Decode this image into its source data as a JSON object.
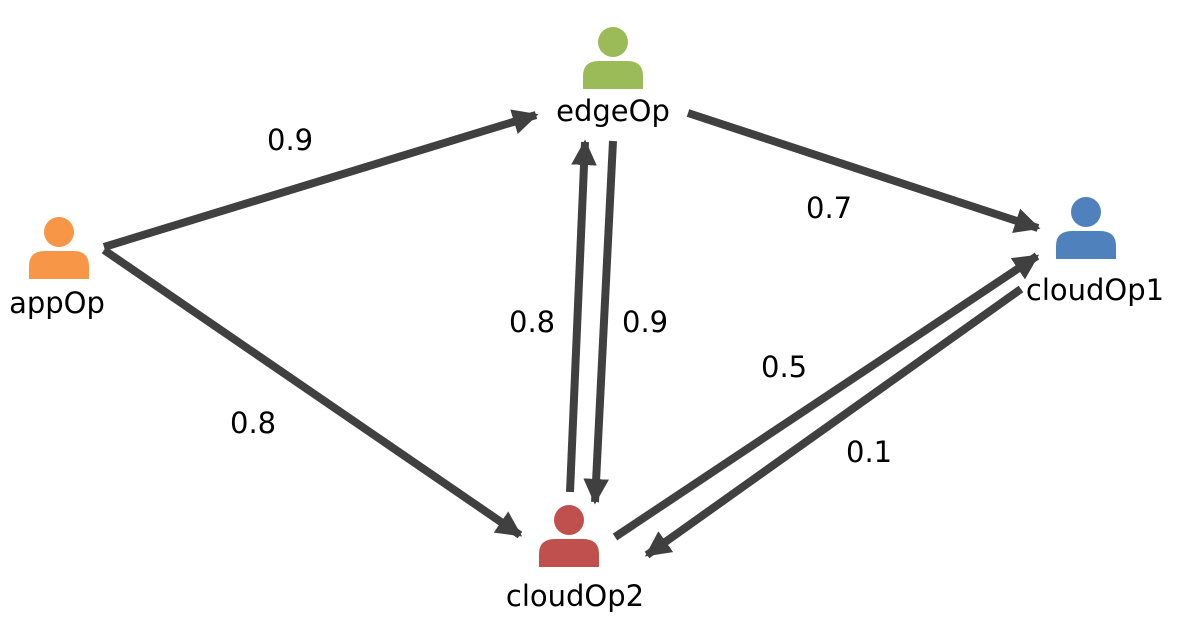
{
  "nodes": [
    {
      "id": "appOp",
      "label": "appOp",
      "color": "#f79646",
      "icon": "person-icon"
    },
    {
      "id": "edgeOp",
      "label": "edgeOp",
      "color": "#9bbb59",
      "icon": "person-icon"
    },
    {
      "id": "cloudOp1",
      "label": "cloudOp1",
      "color": "#4f81bd",
      "icon": "person-icon"
    },
    {
      "id": "cloudOp2",
      "label": "cloudOp2",
      "color": "#c0504d",
      "icon": "person-icon"
    }
  ],
  "edges": [
    {
      "from": "appOp",
      "to": "edgeOp",
      "label": "0.9"
    },
    {
      "from": "appOp",
      "to": "cloudOp2",
      "label": "0.8"
    },
    {
      "from": "edgeOp",
      "to": "cloudOp1",
      "label": "0.7"
    },
    {
      "from": "cloudOp2",
      "to": "edgeOp",
      "label": "0.8"
    },
    {
      "from": "edgeOp",
      "to": "cloudOp2",
      "label": "0.9"
    },
    {
      "from": "cloudOp2",
      "to": "cloudOp1",
      "label": "0.5"
    },
    {
      "from": "cloudOp1",
      "to": "cloudOp2",
      "label": "0.1"
    }
  ],
  "style": {
    "arrow_color": "#404040"
  }
}
